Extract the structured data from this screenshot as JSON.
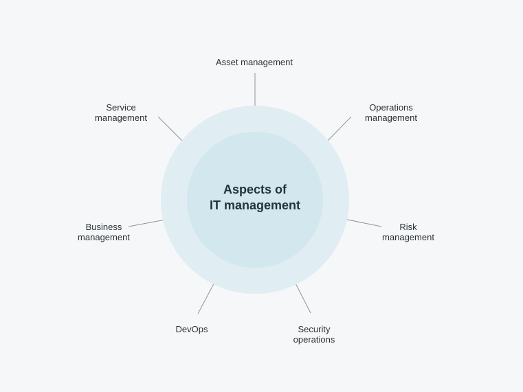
{
  "diagram": {
    "center": {
      "line1": "Aspects of",
      "line2": "IT management"
    },
    "nodes": [
      {
        "line1": "Asset management",
        "line2": ""
      },
      {
        "line1": "Operations",
        "line2": "management"
      },
      {
        "line1": "Risk",
        "line2": "management"
      },
      {
        "line1": "Security",
        "line2": "operations"
      },
      {
        "line1": "DevOps",
        "line2": ""
      },
      {
        "line1": "Business",
        "line2": "management"
      },
      {
        "line1": "Service",
        "line2": "management"
      }
    ],
    "colors": {
      "background": "#f5f7f9",
      "outer_circle": "#e0edf2",
      "inner_circle": "#d3e7ee",
      "connector": "#8c969b",
      "center_text": "#24343b"
    }
  }
}
